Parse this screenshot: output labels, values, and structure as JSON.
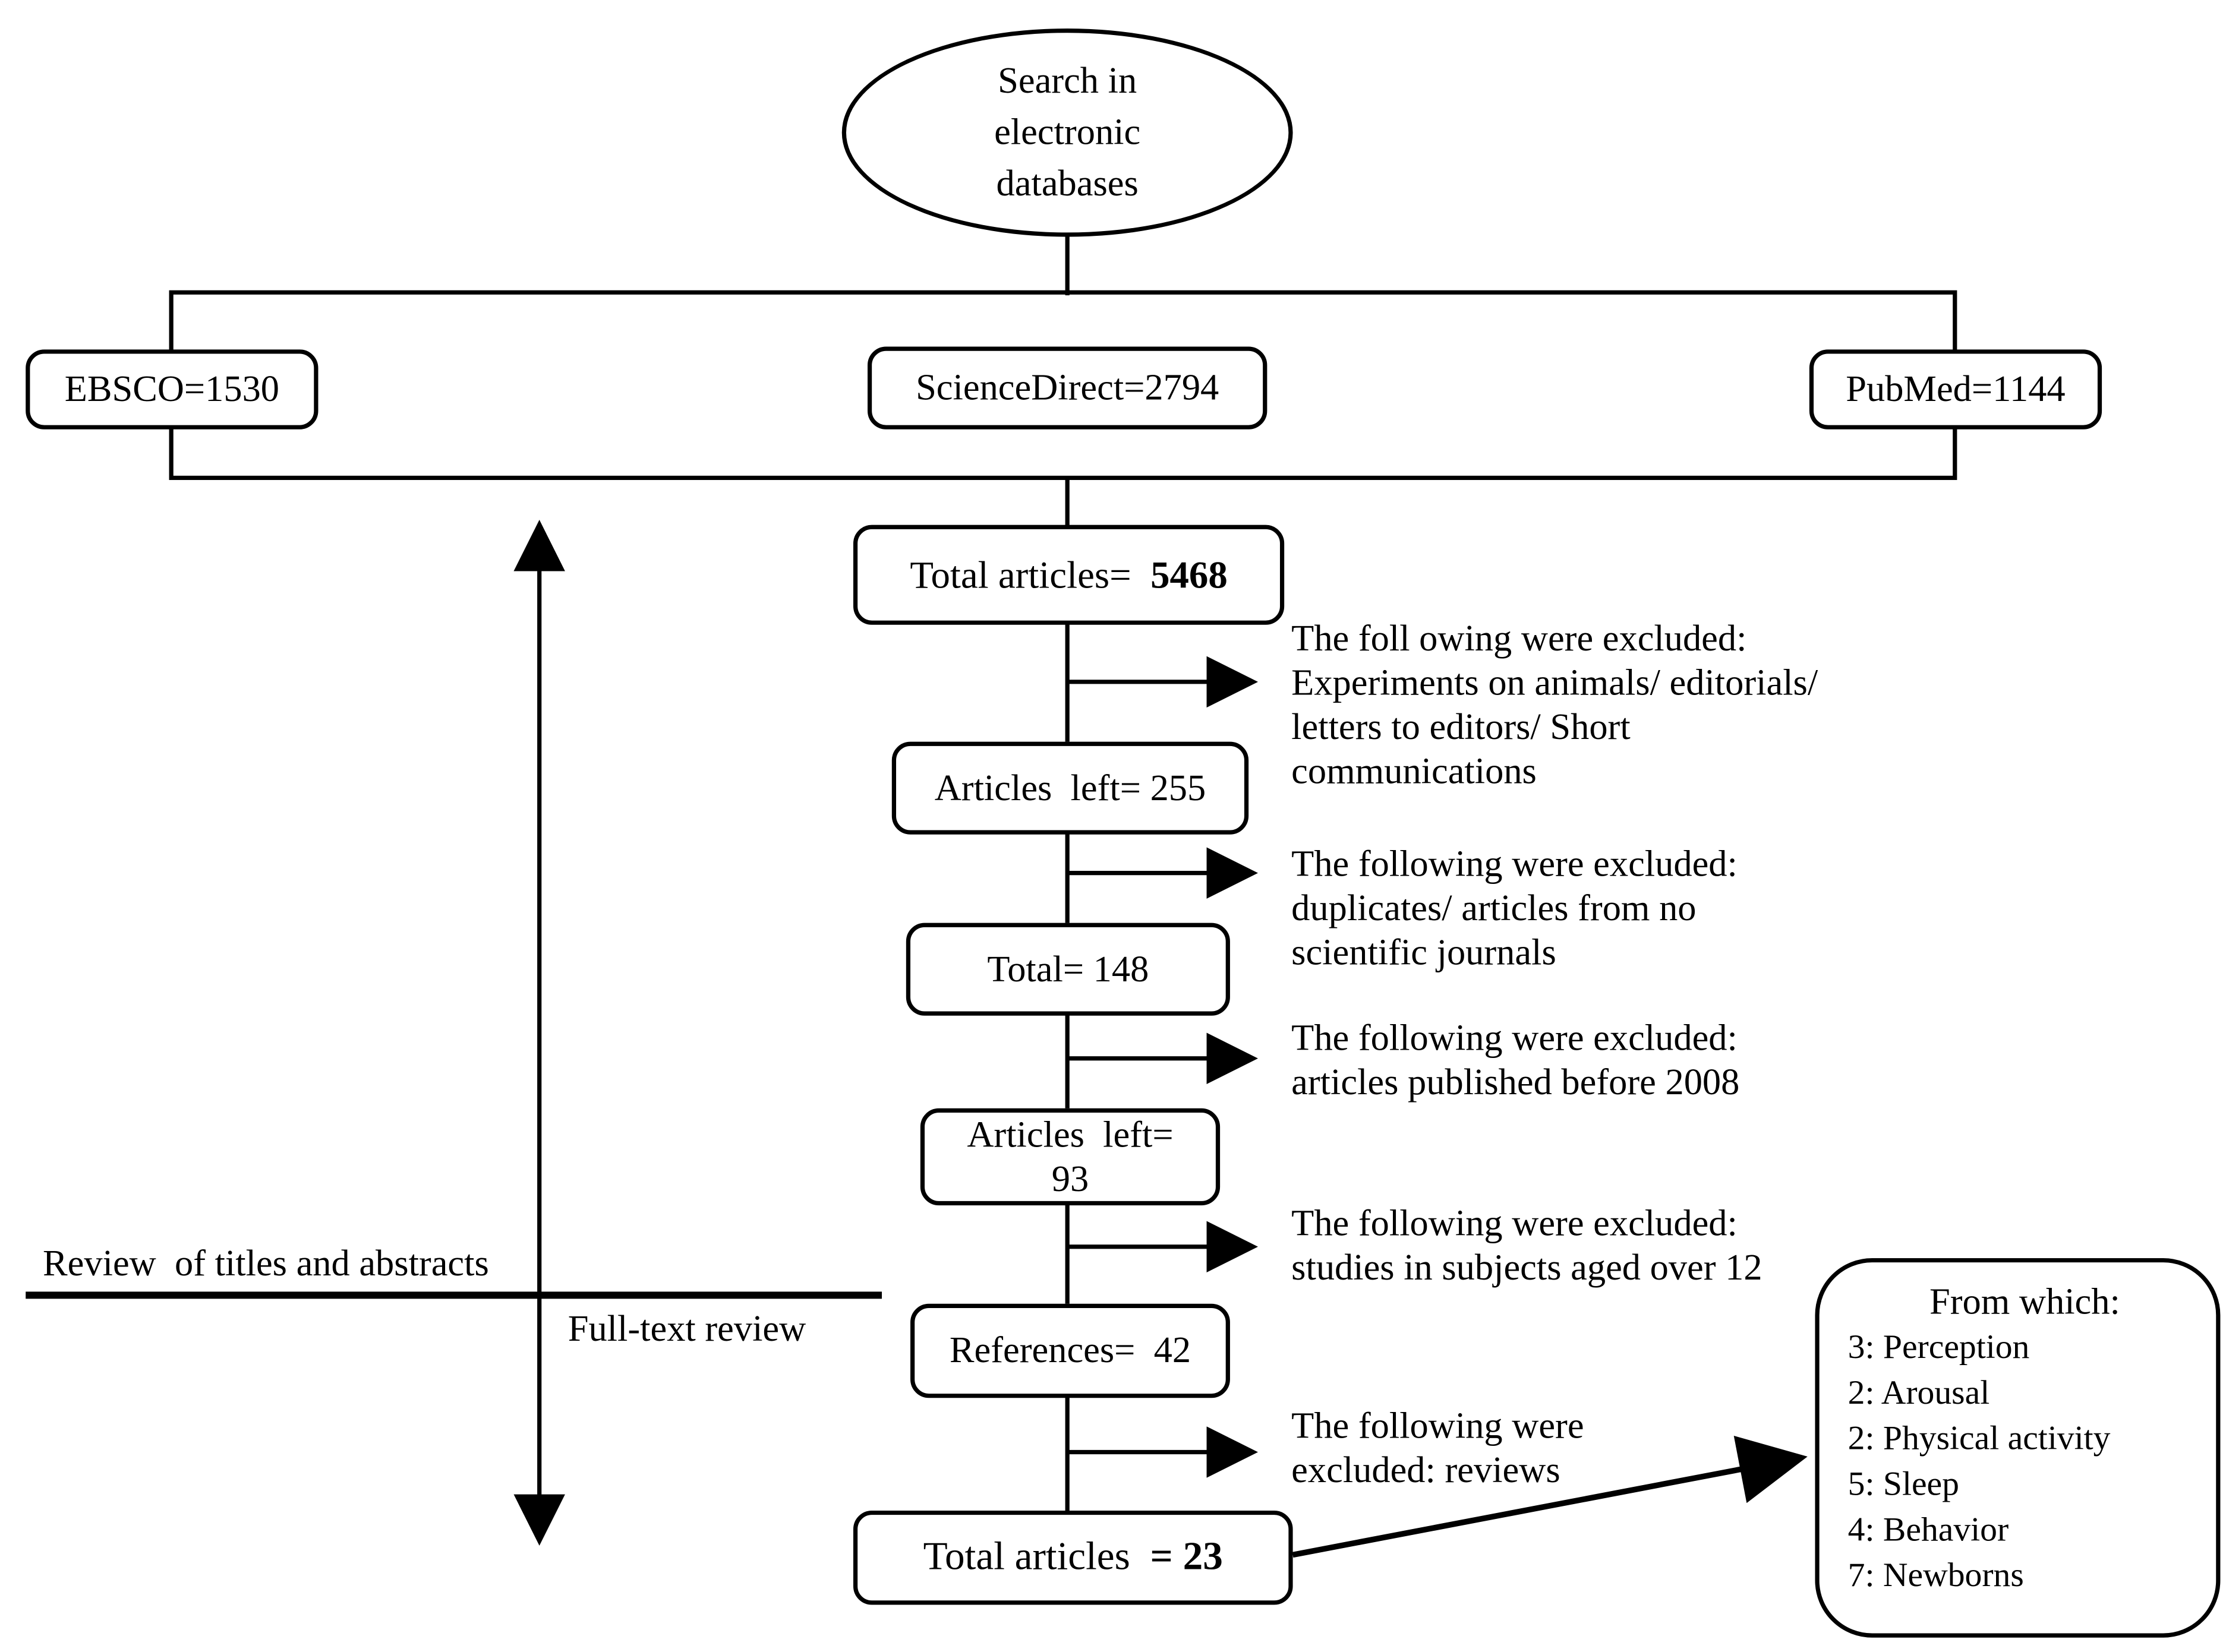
{
  "colors": {
    "ink": "#000000",
    "background": "#ffffff"
  },
  "start": {
    "label": "Search in\nelectronic\ndatabases"
  },
  "databases": {
    "ebsco": "EBSCO=1530",
    "sciencedirect": "ScienceDirect=2794",
    "pubmed": "PubMed=1144"
  },
  "nodes": {
    "total_initial": {
      "prefix": "Total articles=  ",
      "value": "5468"
    },
    "articles_left_255": "Articles  left= 255",
    "total_148": "Total= 148",
    "articles_left_93": "Articles  left=\n93",
    "references_42": "References=  42",
    "total_final": {
      "prefix": "Total articles  ",
      "value": "= 23"
    }
  },
  "exclusions": [
    {
      "text": "The foll owing were excluded:\nExperiments on animals/ editorials/\nletters to editors/ Short\ncommunications"
    },
    {
      "text": "The following were excluded:\nduplicates/ articles from no\nscientific journals"
    },
    {
      "text": "The following were excluded:\narticles published before 2008"
    },
    {
      "text": "The following were excluded:\nstudies in subjects aged over 12"
    },
    {
      "text": "The following were\nexcluded: reviews"
    }
  ],
  "phase_labels": {
    "review_titles": "Review  of titles and abstracts",
    "full_text": "Full-text review"
  },
  "from_which": {
    "title": "From which:",
    "items": [
      "3: Perception",
      "2: Arousal",
      "2: Physical activity",
      "5: Sleep",
      "4: Behavior",
      "7: Newborns"
    ]
  }
}
